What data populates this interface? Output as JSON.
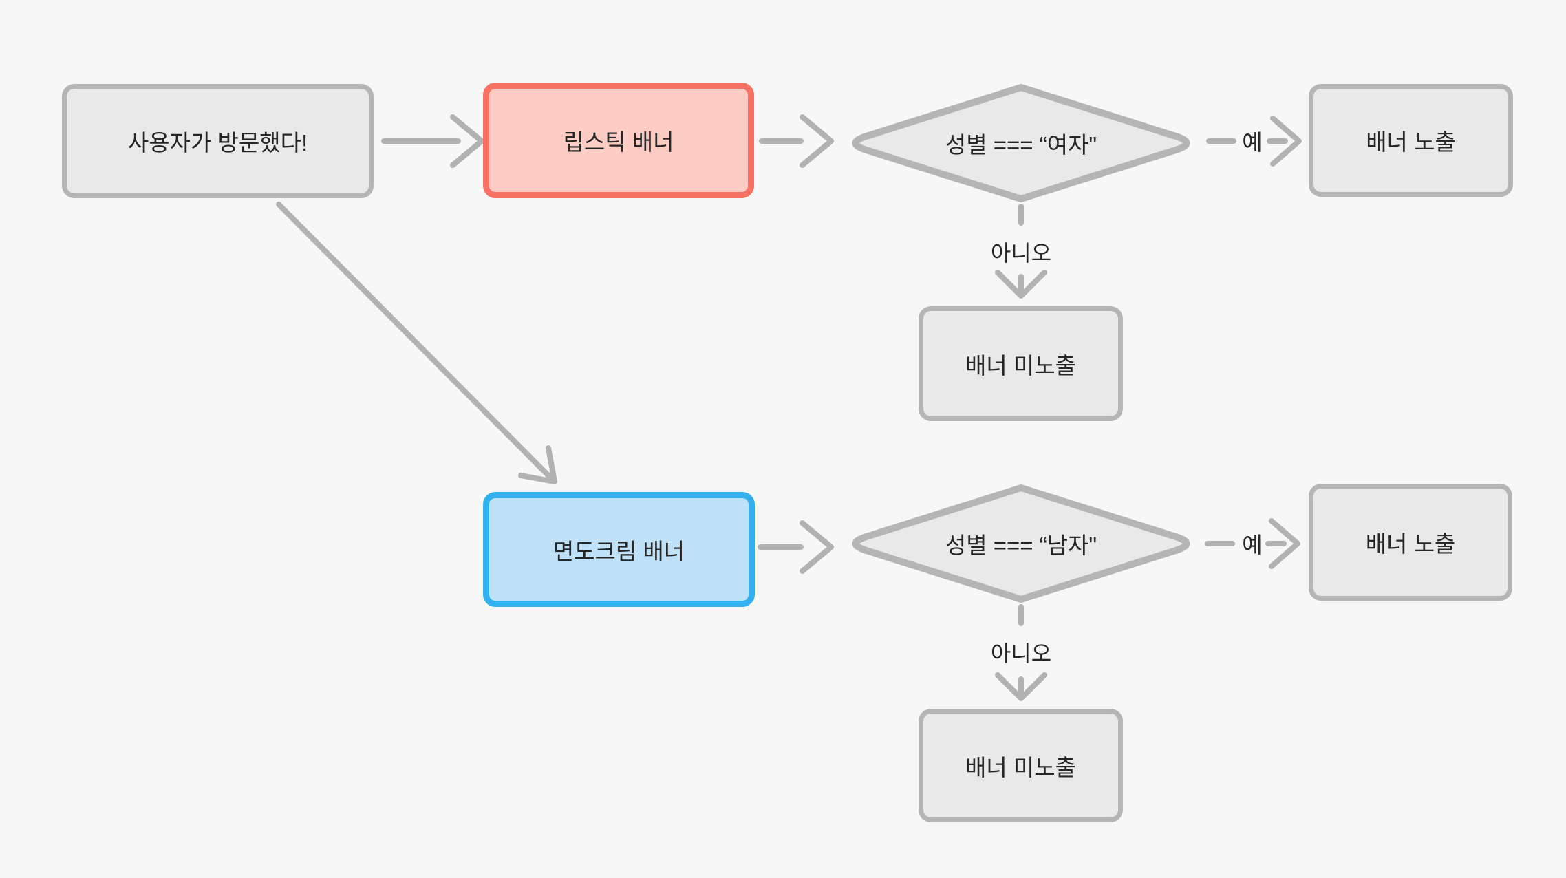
{
  "diagram": {
    "title": "banner-exposure-flowchart",
    "language": "ko"
  },
  "nodes": {
    "start": {
      "label": "사용자가 방문했다!",
      "shape": "rect",
      "variant": "gray"
    },
    "lipstick_banner": {
      "label": "립스틱 배너",
      "shape": "rect",
      "variant": "red"
    },
    "female_check": {
      "label": "성별 === “여자\"",
      "shape": "diamond",
      "variant": "gray"
    },
    "banner_show_top": {
      "label": "배너 노출",
      "shape": "rect",
      "variant": "gray"
    },
    "banner_hide_top": {
      "label": "배너 미노출",
      "shape": "rect",
      "variant": "gray"
    },
    "shaving_banner": {
      "label": "면도크림 배너",
      "shape": "rect",
      "variant": "blue"
    },
    "male_check": {
      "label": "성별 === “남자\"",
      "shape": "diamond",
      "variant": "gray"
    },
    "banner_show_bottom": {
      "label": "배너 노출",
      "shape": "rect",
      "variant": "gray"
    },
    "banner_hide_bottom": {
      "label": "배너 미노출",
      "shape": "rect",
      "variant": "gray"
    }
  },
  "edge_labels": {
    "yes_top": "예",
    "no_top": "아니오",
    "yes_bottom": "예",
    "no_bottom": "아니오"
  },
  "colors": {
    "background": "#f7f7f8",
    "node_fill": "#e9e9e9",
    "node_border": "#b5b5b5",
    "red_fill": "#fcccc5",
    "red_border": "#f87163",
    "blue_fill": "#bfe2f9",
    "blue_border": "#32b0f0",
    "arrow": "#b2b2b2",
    "text": "#262626"
  }
}
